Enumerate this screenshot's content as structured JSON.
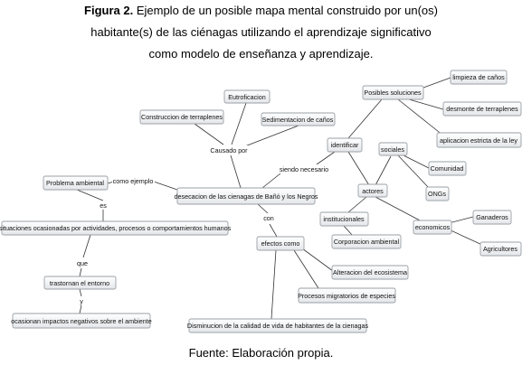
{
  "caption": {
    "label": "Figura 2.",
    "line1": " Ejemplo de un posible mapa mental construido por un(os)",
    "line2": "habitante(s) de las ciénagas utilizando  el aprendizaje significativo",
    "line3": "como modelo de enseñanza y aprendizaje."
  },
  "nodes": {
    "eutrofizacion": "Eutroficacion",
    "construccion": "Construccion de terraplenes",
    "sedimentacion": "Sedimentacion de caños",
    "desecacion": "desecacion de las cienagas de Bañó y los Negros",
    "problema": "Problema ambiental",
    "situaciones": "situaciones ocasionadas por actividades, procesos o comportamientos humanos",
    "trastornan": "trastornan el entorno",
    "impactos": "ocasionan impactos negativos sobre el ambiente",
    "efectos": "efectos como",
    "alteracion": "Alteracion del ecosistema",
    "procesos": "Procesos migratorios de especies",
    "disminucion": "Disminucion de la calidad de vida de habitantes de la cienagas",
    "posibles": "Posibles soluciones",
    "limpieza": "limpieza de caños",
    "desmonte": "desmonte de terraplenes",
    "aplicacion": "aplicacion estricta de la ley",
    "identificar": "identificar",
    "sociales": "sociales",
    "comunidad": "Comunidad",
    "ongs": "ONGs",
    "actores": "actores",
    "institucionales": "institucionales",
    "corporacion": "Corporacion ambiental",
    "economicos": "economicos",
    "ganaderos": "Ganaderos",
    "agricultores": "Agricultores"
  },
  "links": {
    "causado_por": "Causado por",
    "como_ejemplo": "como ejemplo",
    "es": "es",
    "que": "que",
    "y": "y",
    "con": "con",
    "siendo_necesario": "siendo necesario"
  },
  "source": "Fuente: Elaboración propia."
}
